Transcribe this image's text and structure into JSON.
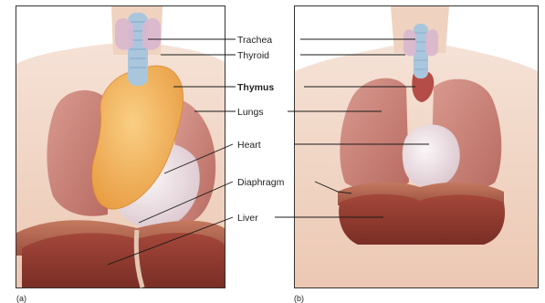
{
  "labels": {
    "trachea": "Trachea",
    "thyroid": "Thyroid",
    "thymus": "Thymus",
    "lungs": "Lungs",
    "heart": "Heart",
    "diaphragm": "Diaphragm",
    "liver": "Liver"
  },
  "panels": {
    "a": "(a)",
    "b": "(b)"
  },
  "colors": {
    "skin": "#f1d7c6",
    "thymus": "#f2b35a",
    "lung": "#c9837a",
    "heart": "#e8dde2",
    "liver": "#8e3a30",
    "diaphragm": "#b76a52",
    "trachea": "#a9c6dd",
    "thyroid": "#d9b7cf"
  }
}
